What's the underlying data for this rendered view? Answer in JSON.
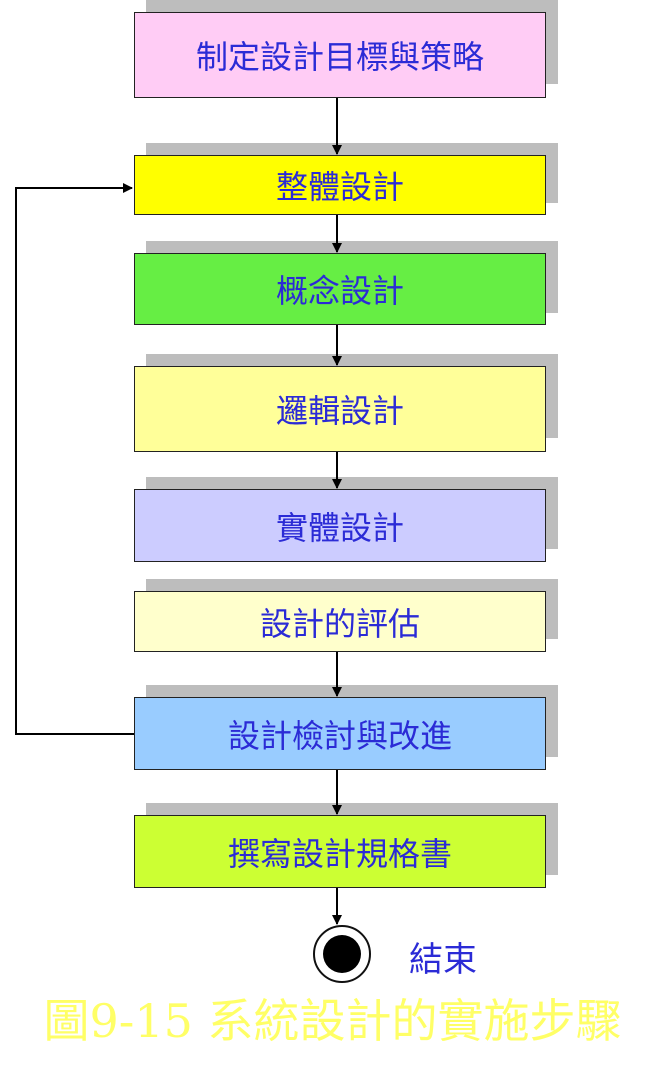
{
  "steps": [
    {
      "label": "制定設計目標與策略",
      "color": "#ffccf5"
    },
    {
      "label": "整體設計",
      "color": "#ffff00"
    },
    {
      "label": "概念設計",
      "color": "#66ee44"
    },
    {
      "label": "邏輯設計",
      "color": "#ffff99"
    },
    {
      "label": "實體設計",
      "color": "#ccccff"
    },
    {
      "label": "設計的評估",
      "color": "#ffffcc"
    },
    {
      "label": "設計檢討與改進",
      "color": "#99ccff"
    },
    {
      "label": "撰寫設計規格書",
      "color": "#ccff33"
    }
  ],
  "end_label": "結束",
  "caption": "圖9-15 系統設計的實施步驟",
  "colors": {
    "text": "#2b2bd6",
    "caption": "#ffff66"
  }
}
